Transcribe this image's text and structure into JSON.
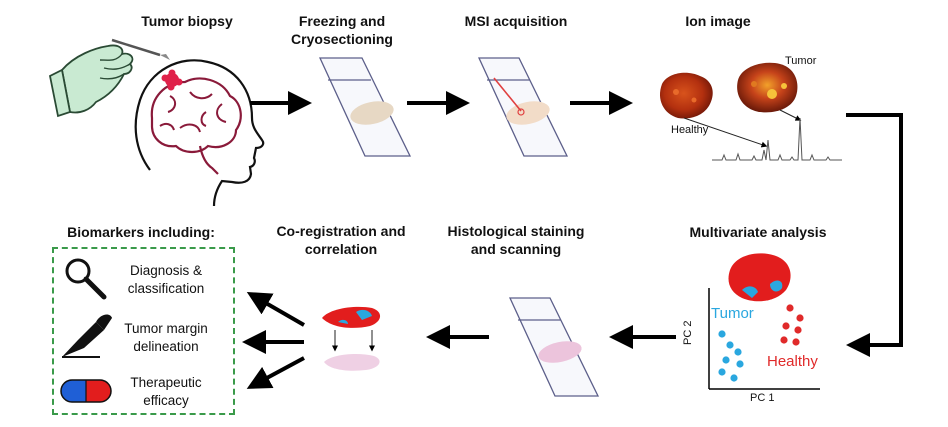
{
  "steps": {
    "tumor_biopsy": "Tumor biopsy",
    "freezing_1": "Freezing and",
    "freezing_2": "Cryosectioning",
    "msi": "MSI acquisition",
    "ion_image": "Ion image",
    "multivariate": "Multivariate analysis",
    "histo_1": "Histological staining",
    "histo_2": "and scanning",
    "coreg_1": "Co-registration and",
    "coreg_2": "correlation",
    "biomarkers": "Biomarkers including:"
  },
  "ion_image": {
    "tumor_label": "Tumor",
    "healthy_label": "Healthy"
  },
  "pca": {
    "tumor_label": "Tumor",
    "healthy_label": "Healthy",
    "x_axis": "PC 1",
    "y_axis": "PC 2",
    "colors": {
      "tumor": "#2aa7df",
      "healthy": "#e02a2a"
    }
  },
  "biomarkers": {
    "diagnosis_1": "Diagnosis &",
    "diagnosis_2": "classification",
    "margin_1": "Tumor margin",
    "margin_2": "delineation",
    "therapeutic_1": "Therapeutic",
    "therapeutic_2": "efficacy"
  }
}
